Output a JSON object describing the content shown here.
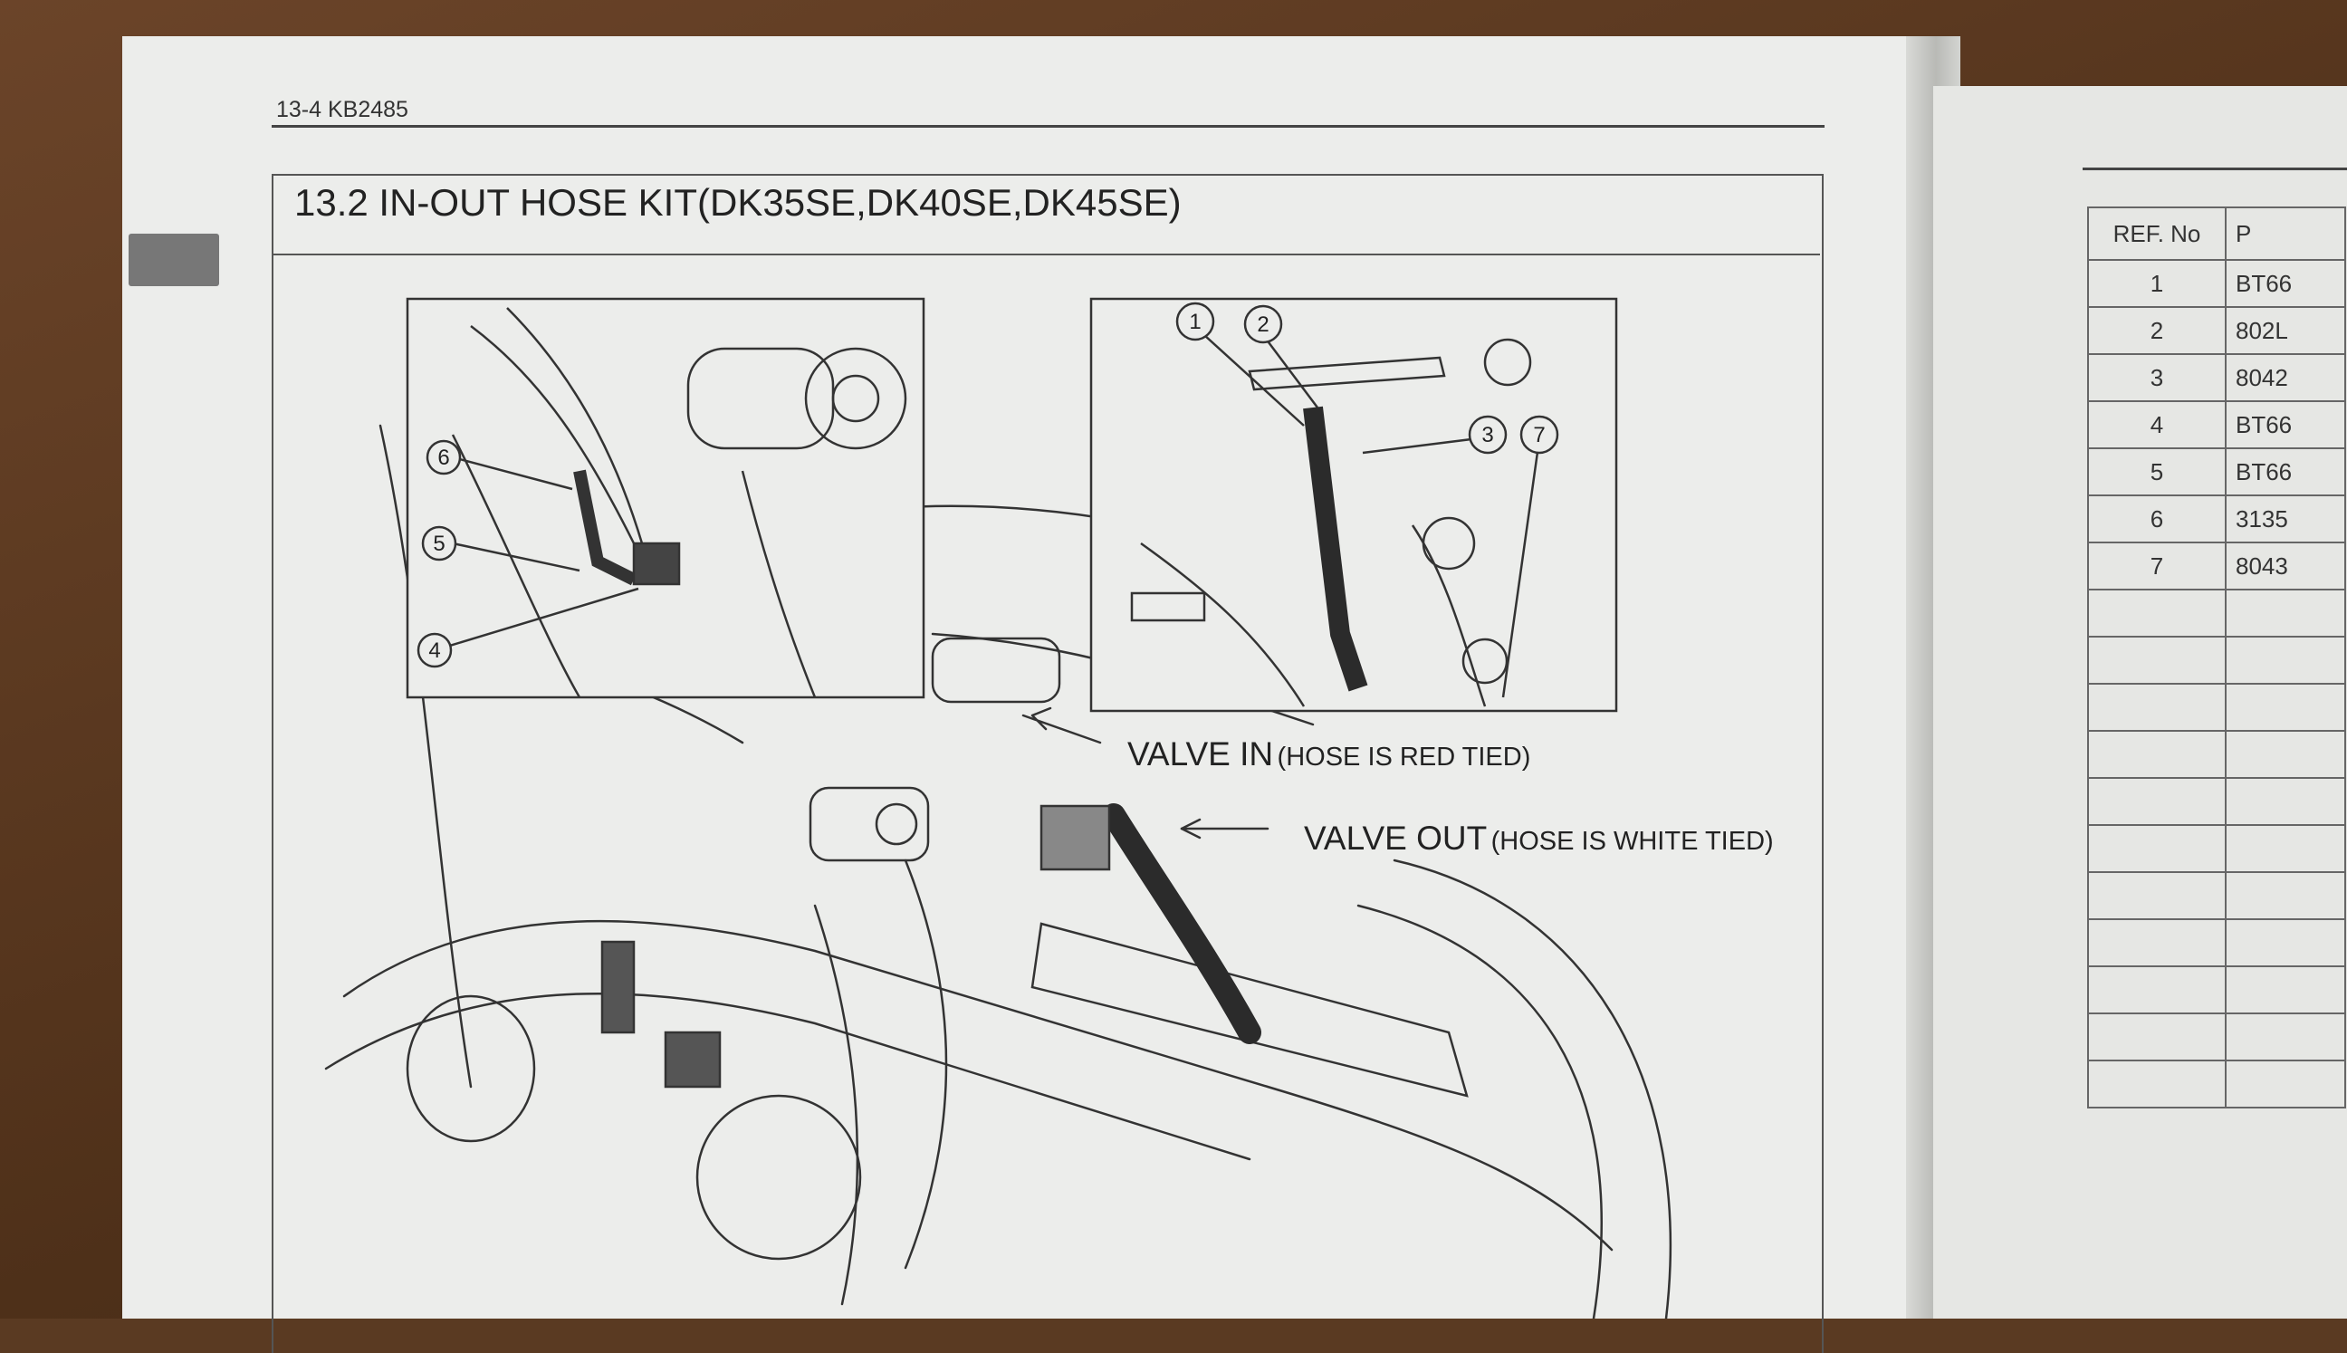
{
  "page": {
    "header": "13-4  KB2485",
    "section_title": "13.2 IN-OUT HOSE KIT(DK35SE,DK40SE,DK45SE)"
  },
  "callouts": {
    "valve_in": {
      "main": "VALVE IN",
      "sub": "(HOSE IS RED TIED)"
    },
    "valve_out": {
      "main": "VALVE OUT",
      "sub": "(HOSE IS WHITE TIED)"
    }
  },
  "inset_left_labels": [
    "6",
    "5",
    "4"
  ],
  "inset_right_labels": [
    "1",
    "2",
    "3",
    "7"
  ],
  "parts_table": {
    "headers": {
      "ref": "REF. No",
      "part": "P"
    },
    "rows": [
      {
        "ref": "1",
        "part": "BT66"
      },
      {
        "ref": "2",
        "part": "802L"
      },
      {
        "ref": "3",
        "part": "8042"
      },
      {
        "ref": "4",
        "part": "BT66"
      },
      {
        "ref": "5",
        "part": "BT66"
      },
      {
        "ref": "6",
        "part": "3135"
      },
      {
        "ref": "7",
        "part": "8043"
      }
    ]
  }
}
